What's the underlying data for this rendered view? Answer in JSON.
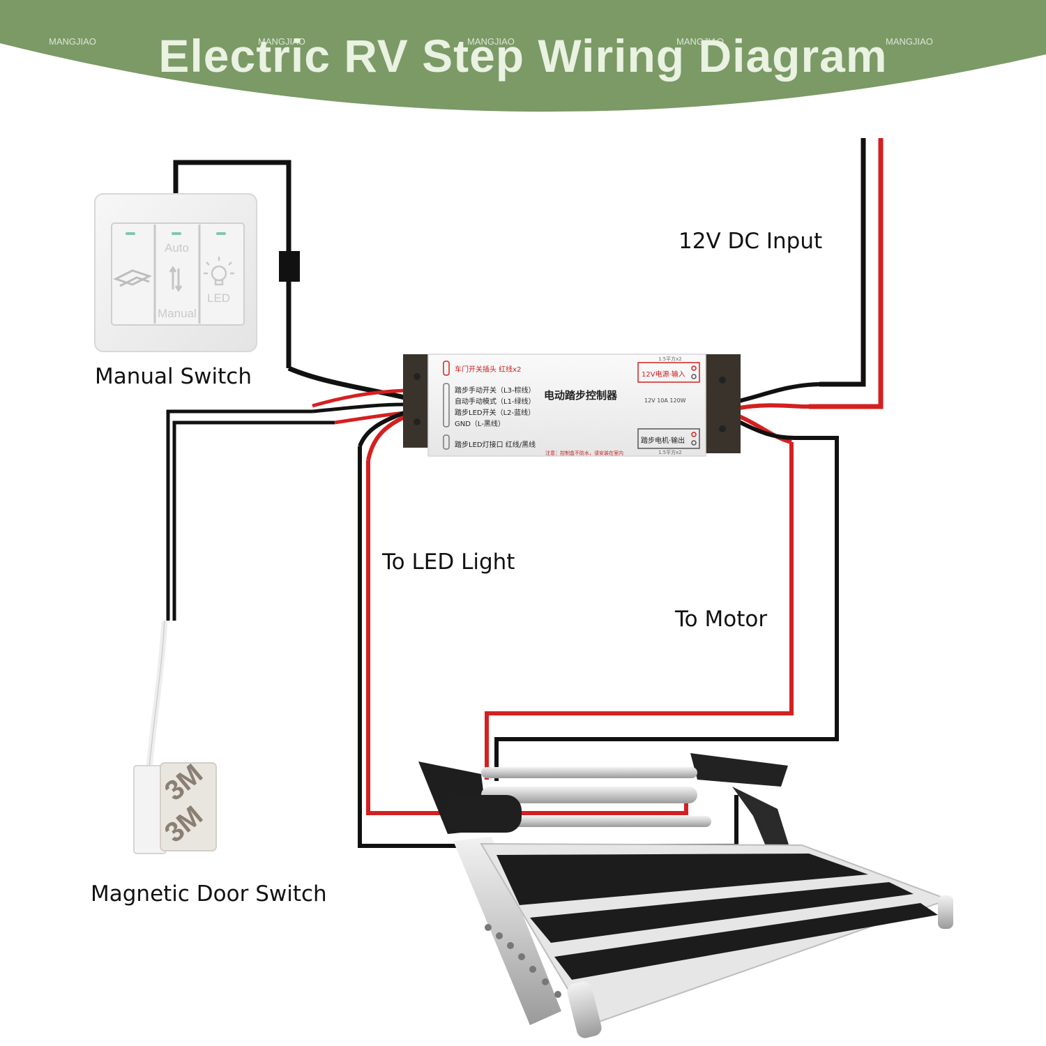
{
  "header": {
    "title": "Electric RV Step Wiring Diagram",
    "watermark": "MANGJIAO",
    "bg_color": "#7b9a66"
  },
  "labels": {
    "dc_input": "12V DC Input",
    "manual_switch": "Manual Switch",
    "to_led_light": "To LED Light",
    "to_motor": "To Motor",
    "magnetic_door_switch": "Magnetic Door Switch"
  },
  "switch_panel": {
    "auto": "Auto",
    "manual": "Manual",
    "led": "LED"
  },
  "controller": {
    "door_connector": "车门开关插头 红线x2",
    "lines": [
      "踏步手动开关（L3-棕线）",
      "自动手动模式（L1-绿线）",
      "踏步LED开关（L2-蓝线）",
      "GND（L-黑线）"
    ],
    "led_port": "踏步LED灯接口 红线/黑线",
    "name": "电动踏步控制器",
    "power_in": "12V电源·输入",
    "power_in_spec": "1.5平方x2",
    "rating": "12V 10A 120W",
    "motor_out": "踏步电机·输出",
    "motor_out_spec": "1.5平方x2",
    "warning": "注意：控制盒不防水，请安装在室内"
  },
  "wire_colors": {
    "black": "#111111",
    "red": "#d42020",
    "white": "#eeeeee"
  },
  "magnet_brand": "3M"
}
